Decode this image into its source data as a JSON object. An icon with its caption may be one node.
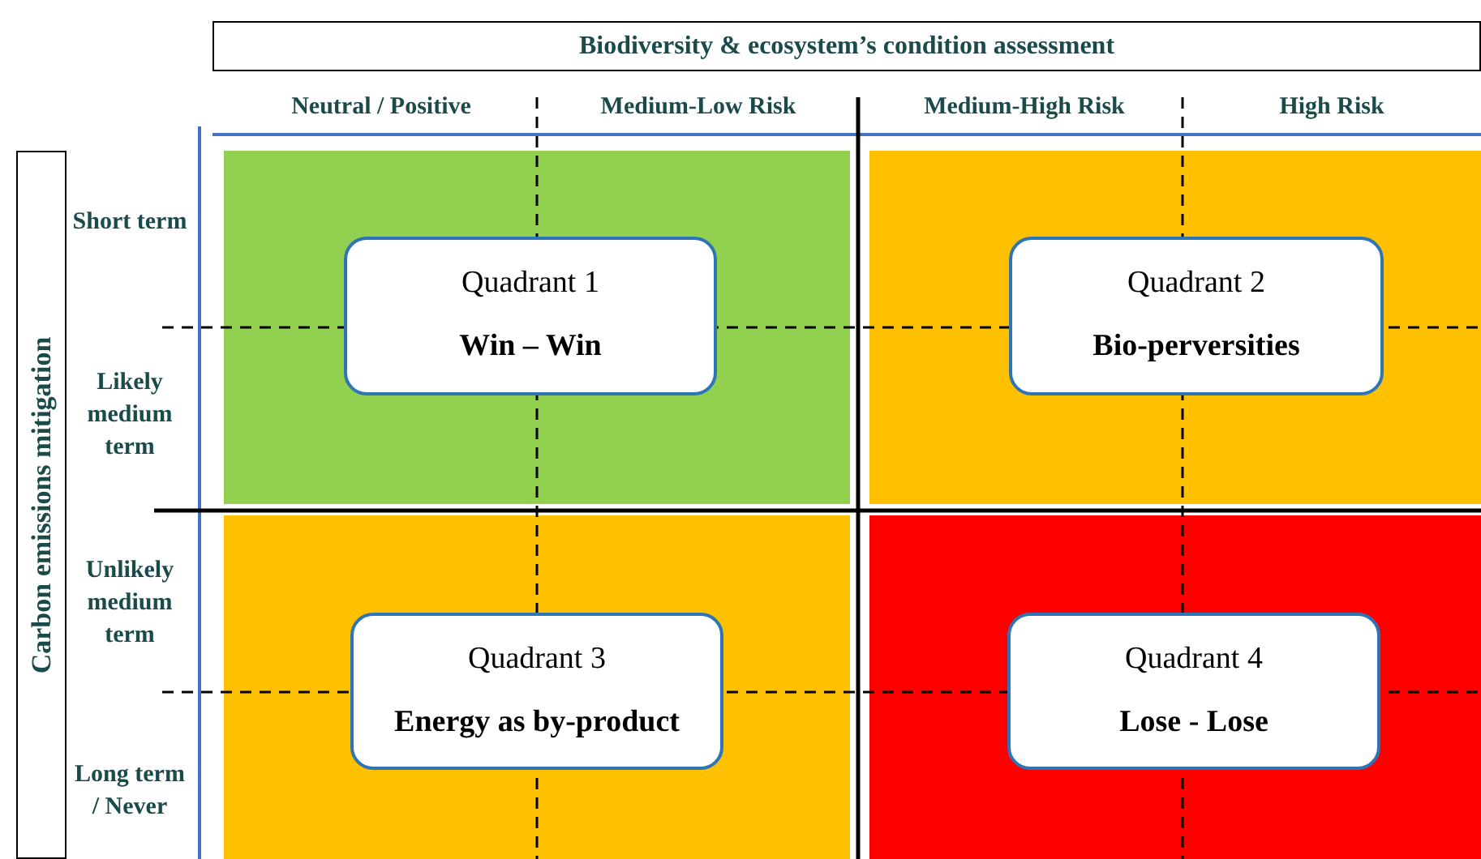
{
  "diagram": {
    "nodes": [
      {
        "text": [
          "Biodiversity & ecosystem’s condition assessment"
        ]
      },
      {
        "text": [
          "Carbon emissions mitigation"
        ]
      },
      {
        "text": [],
        "shape": "box"
      },
      {
        "text": [
          "Quadrant 1",
          "Win – Win"
        ],
        "in": 2
      },
      {
        "text": [],
        "shape": "box"
      },
      {
        "text": [
          "Quadrant 2",
          "Bio-perversities"
        ],
        "in": 4
      },
      {
        "text": [],
        "shape": "box"
      },
      {
        "text": [
          "Quadrant 3",
          "Energy as by-product"
        ],
        "in": 6
      },
      {
        "text": [],
        "shape": "box"
      },
      {
        "text": [
          "Quadrant 4",
          "Lose - Lose"
        ],
        "in": 8
      }
    ],
    "labels": [
      "Neutral / Positive",
      "Medium-Low Risk",
      "Medium-High Risk",
      "High Risk",
      "Short term",
      "Likely medium term",
      "Unlikely medium term",
      "Long term / Never"
    ]
  }
}
